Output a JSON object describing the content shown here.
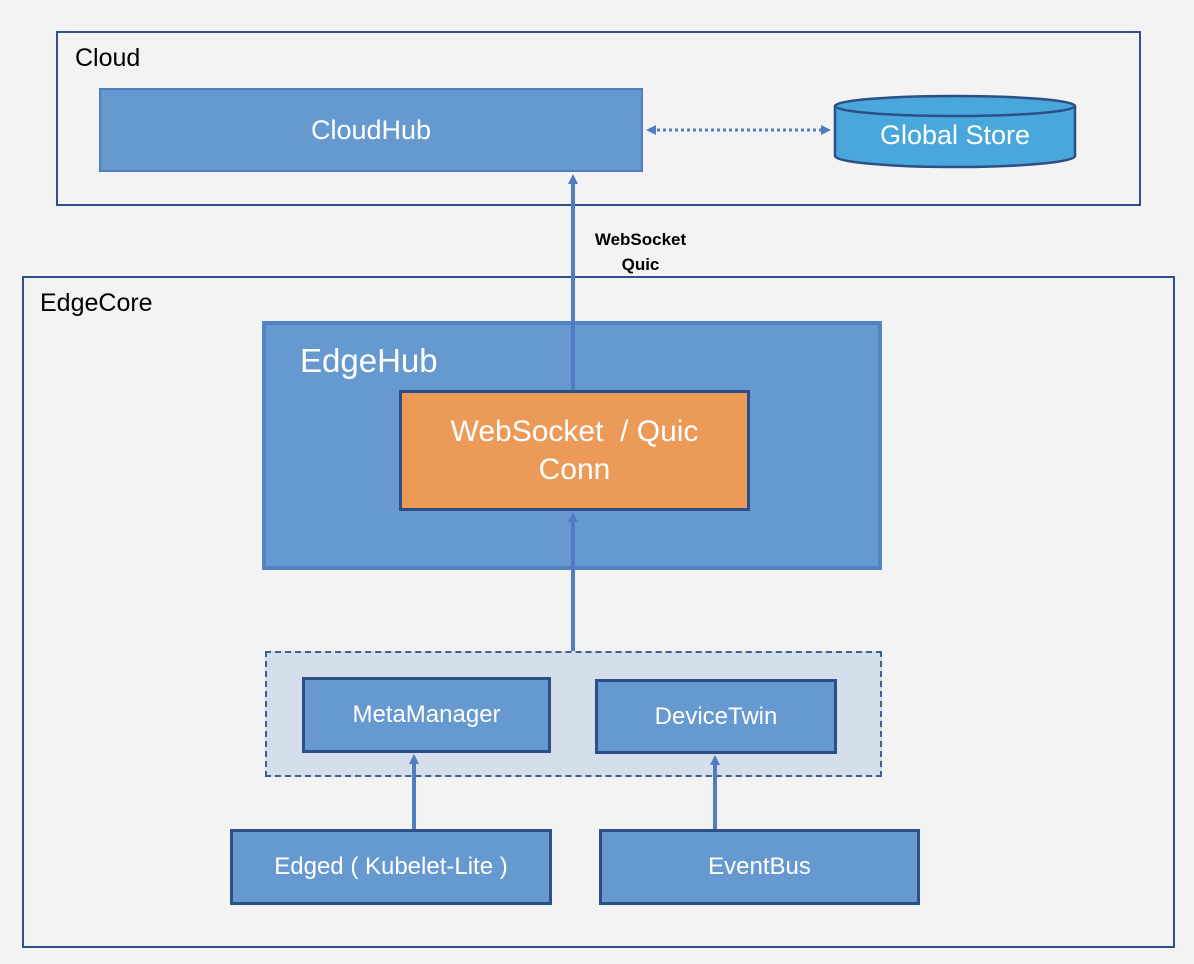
{
  "cloud": {
    "label": "Cloud",
    "cloudhub": "CloudHub",
    "global_store": "Global Store"
  },
  "connection": {
    "line1": "WebSocket",
    "line2": "Quic"
  },
  "edgecore": {
    "label": "EdgeCore",
    "edgehub": {
      "label": "EdgeHub",
      "conn_line1": "WebSocket  / Quic",
      "conn_line2": "Conn"
    },
    "metamanager": "MetaManager",
    "devicetwin": "DeviceTwin",
    "edged": "Edged ( Kubelet-Lite )",
    "eventbus": "EventBus"
  },
  "colors": {
    "box_fill": "#6699cf",
    "box_border": "#2c4f86",
    "conn_fill": "#ec9a57",
    "store_fill": "#4aa7dc",
    "group_fill": "#d5dfeb",
    "arrow": "#4f7dbf"
  }
}
